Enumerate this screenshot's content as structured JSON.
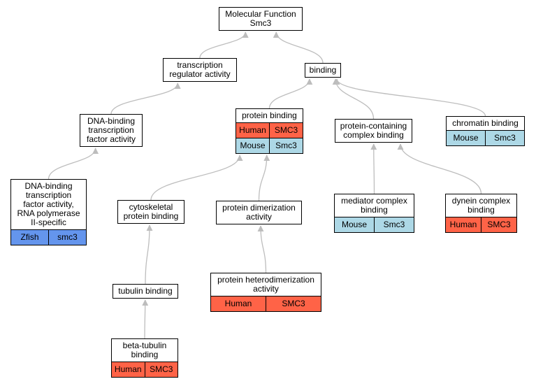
{
  "colors": {
    "human": "#ff6347",
    "mouse": "#add8e6",
    "zfish": "#6495ed",
    "edge": "#bdbdbd"
  },
  "nodes": {
    "mf": {
      "label": [
        "Molecular Function",
        "Smc3"
      ]
    },
    "tra": {
      "label": [
        "transcription",
        "regulator activity"
      ]
    },
    "binding": {
      "label": [
        "binding"
      ]
    },
    "dbtf": {
      "label": [
        "DNA-binding",
        "transcription",
        "factor activity"
      ]
    },
    "pb": {
      "label": [
        "protein binding"
      ],
      "rows": [
        [
          "Human",
          "SMC3"
        ],
        [
          "Mouse",
          "Smc3"
        ]
      ]
    },
    "pccb": {
      "label": [
        "protein-containing",
        "complex binding"
      ]
    },
    "chrom": {
      "label": [
        "chromatin binding"
      ],
      "rows": [
        [
          "Mouse",
          "Smc3"
        ]
      ]
    },
    "dbtf2": {
      "label": [
        "DNA-binding",
        "transcription",
        "factor activity,",
        "RNA polymerase",
        "II-specific"
      ],
      "rows": [
        [
          "Zfish",
          "smc3"
        ]
      ]
    },
    "cyto": {
      "label": [
        "cytoskeletal",
        "protein binding"
      ]
    },
    "pdim": {
      "label": [
        "protein dimerization",
        "activity"
      ]
    },
    "med": {
      "label": [
        "mediator complex",
        "binding"
      ],
      "rows": [
        [
          "Mouse",
          "Smc3"
        ]
      ]
    },
    "dyn": {
      "label": [
        "dynein complex",
        "binding"
      ],
      "rows": [
        [
          "Human",
          "SMC3"
        ]
      ]
    },
    "tub": {
      "label": [
        "tubulin binding"
      ]
    },
    "phet": {
      "label": [
        "protein heterodimerization",
        "activity"
      ],
      "rows": [
        [
          "Human",
          "SMC3"
        ]
      ]
    },
    "btub": {
      "label": [
        "beta-tubulin",
        "binding"
      ],
      "rows": [
        [
          "Human",
          "SMC3"
        ]
      ]
    }
  },
  "edges": [
    [
      "tra",
      "mf"
    ],
    [
      "binding",
      "mf"
    ],
    [
      "dbtf",
      "tra"
    ],
    [
      "pb",
      "binding"
    ],
    [
      "pccb",
      "binding"
    ],
    [
      "chrom",
      "binding"
    ],
    [
      "dbtf2",
      "dbtf"
    ],
    [
      "cyto",
      "pb"
    ],
    [
      "pdim",
      "pb"
    ],
    [
      "med",
      "pccb"
    ],
    [
      "dyn",
      "pccb"
    ],
    [
      "tub",
      "cyto"
    ],
    [
      "phet",
      "pdim"
    ],
    [
      "btub",
      "tub"
    ]
  ]
}
